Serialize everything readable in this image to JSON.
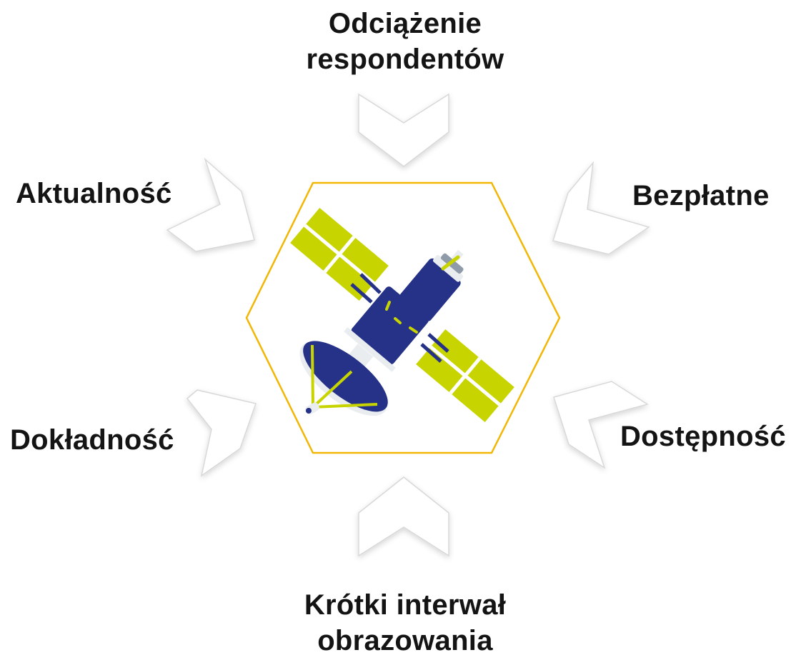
{
  "hub": {
    "border_color": "#f2b705",
    "icon": "satellite-icon"
  },
  "colors": {
    "chevron_fill": "#ffffff",
    "chevron_stroke": "#d8d8d8",
    "label_text": "#141414",
    "satellite_body": "#253287",
    "satellite_panels": "#c8d400",
    "satellite_shade": "#e9edf0"
  },
  "factors": {
    "top": [
      "Odciążenie",
      "respondentów"
    ],
    "top_left": "Aktualność",
    "top_right": "Bezpłatne",
    "bottom_left": "Dokładność",
    "bottom_right": "Dostępność",
    "bottom": [
      "Krótki interwał",
      "obrazowania"
    ]
  }
}
